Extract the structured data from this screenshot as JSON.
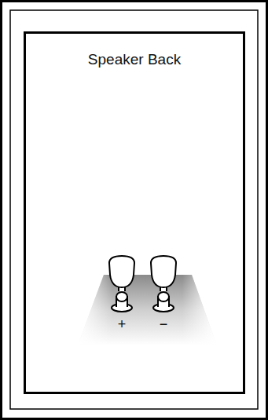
{
  "diagram": {
    "nodes": [
      {
        "text": [
          "Speaker Back"
        ]
      }
    ],
    "labels": [
      "+",
      "−"
    ]
  }
}
